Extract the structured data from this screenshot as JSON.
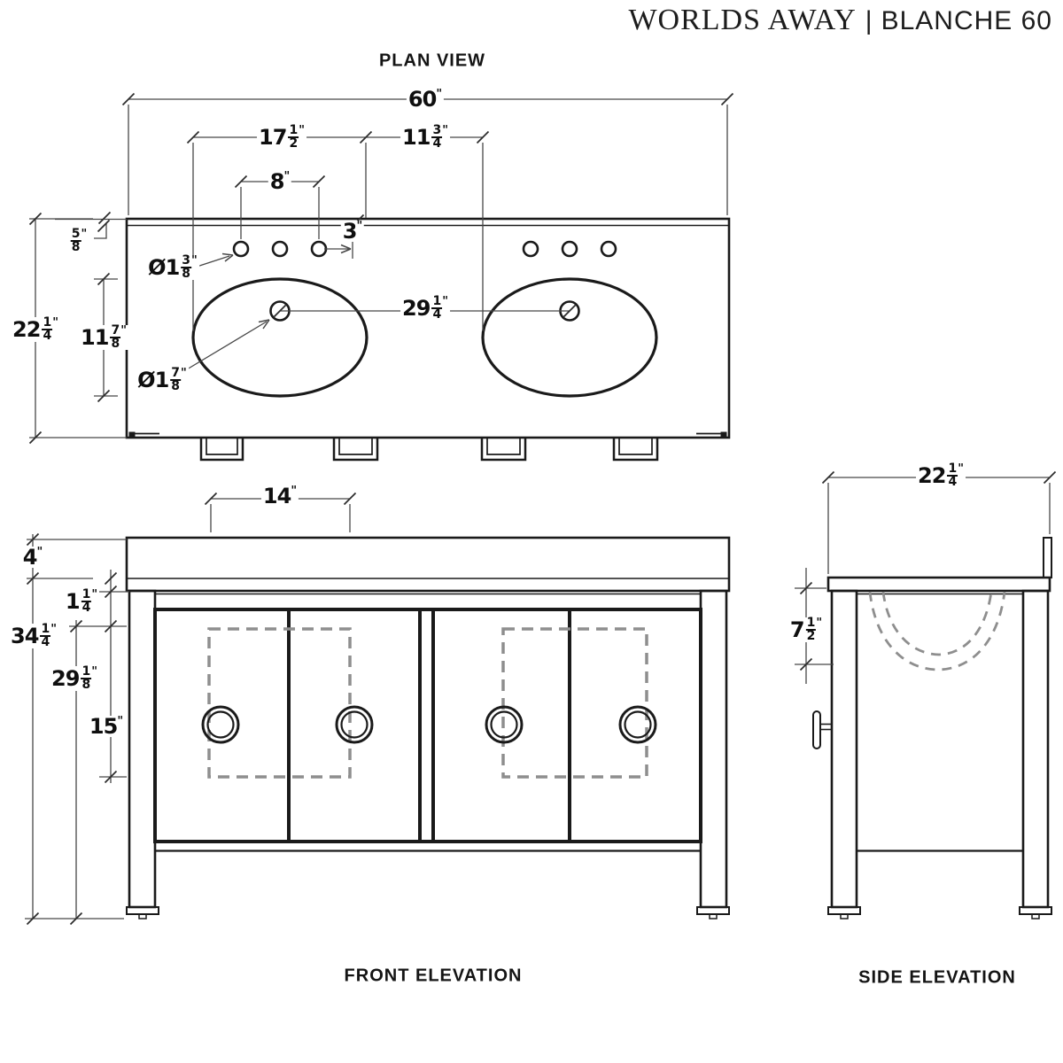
{
  "header": {
    "brand": "WORLDS AWAY",
    "separator": "|",
    "product": "BLANCHE 60"
  },
  "plan": {
    "title": "PLAN VIEW",
    "dims": {
      "overall_width": "60",
      "sink_width": "17 1/2",
      "sink_gap": "11 3/4",
      "faucet_spread": "8",
      "faucet_edge_offset": "3",
      "backsplash_thickness": "5/8",
      "overall_depth": "22 1/4",
      "sink_depth": "11 7/8",
      "faucet_hole_diameter": "Ø1 3/8",
      "drain_hole_diameter": "Ø1 7/8",
      "drain_spacing": "29 1/4"
    }
  },
  "front": {
    "title": "FRONT ELEVATION",
    "dims": {
      "door_panel_width": "14",
      "countertop_height": "4",
      "apron_gap": "1 1/4",
      "overall_height": "34 1/4",
      "base_height": "29 1/8",
      "door_panel_height": "15"
    }
  },
  "side": {
    "title": "SIDE ELEVATION",
    "dims": {
      "overall_depth": "22 1/4",
      "bowl_depth": "7 1/2"
    }
  }
}
